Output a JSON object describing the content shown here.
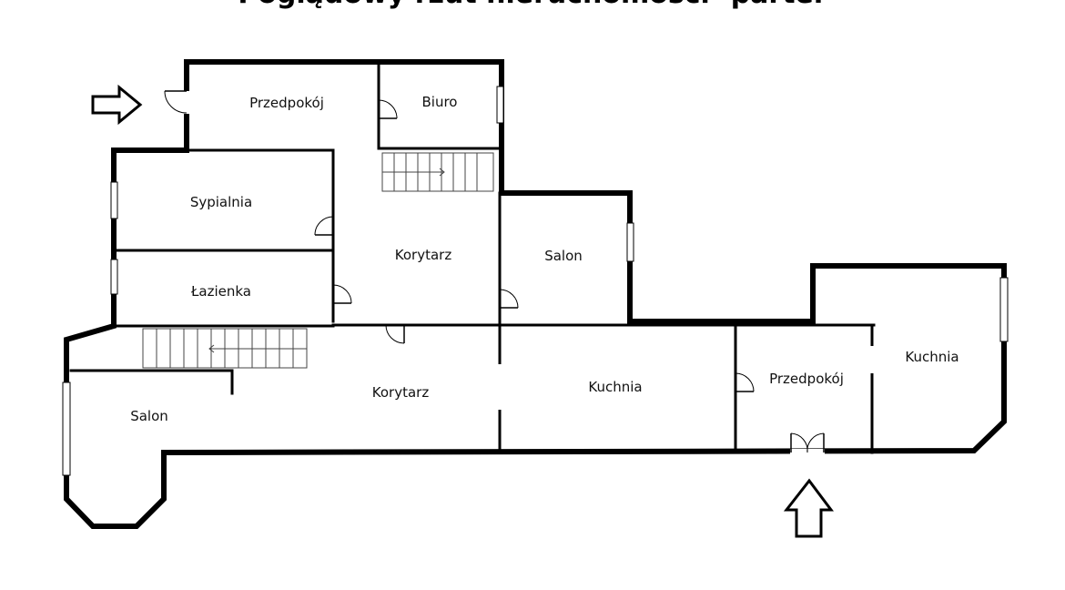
{
  "title": "Poglądowy rzut nieruchomości- parter",
  "rooms": [
    {
      "label": "Przedpokój"
    },
    {
      "label": "Biuro"
    },
    {
      "label": "Sypialnia"
    },
    {
      "label": "Korytarz"
    },
    {
      "label": "Salon"
    },
    {
      "label": "Łazienka"
    },
    {
      "label": "Korytarz"
    },
    {
      "label": "Kuchnia"
    },
    {
      "label": "Przedpokój"
    },
    {
      "label": "Kuchnia"
    },
    {
      "label": "Salon"
    }
  ],
  "icons": {
    "entrance_left": "entrance-arrow-right-icon",
    "entrance_bottom": "entrance-arrow-up-icon"
  },
  "colors": {
    "walls": "#000000",
    "background": "#ffffff"
  }
}
